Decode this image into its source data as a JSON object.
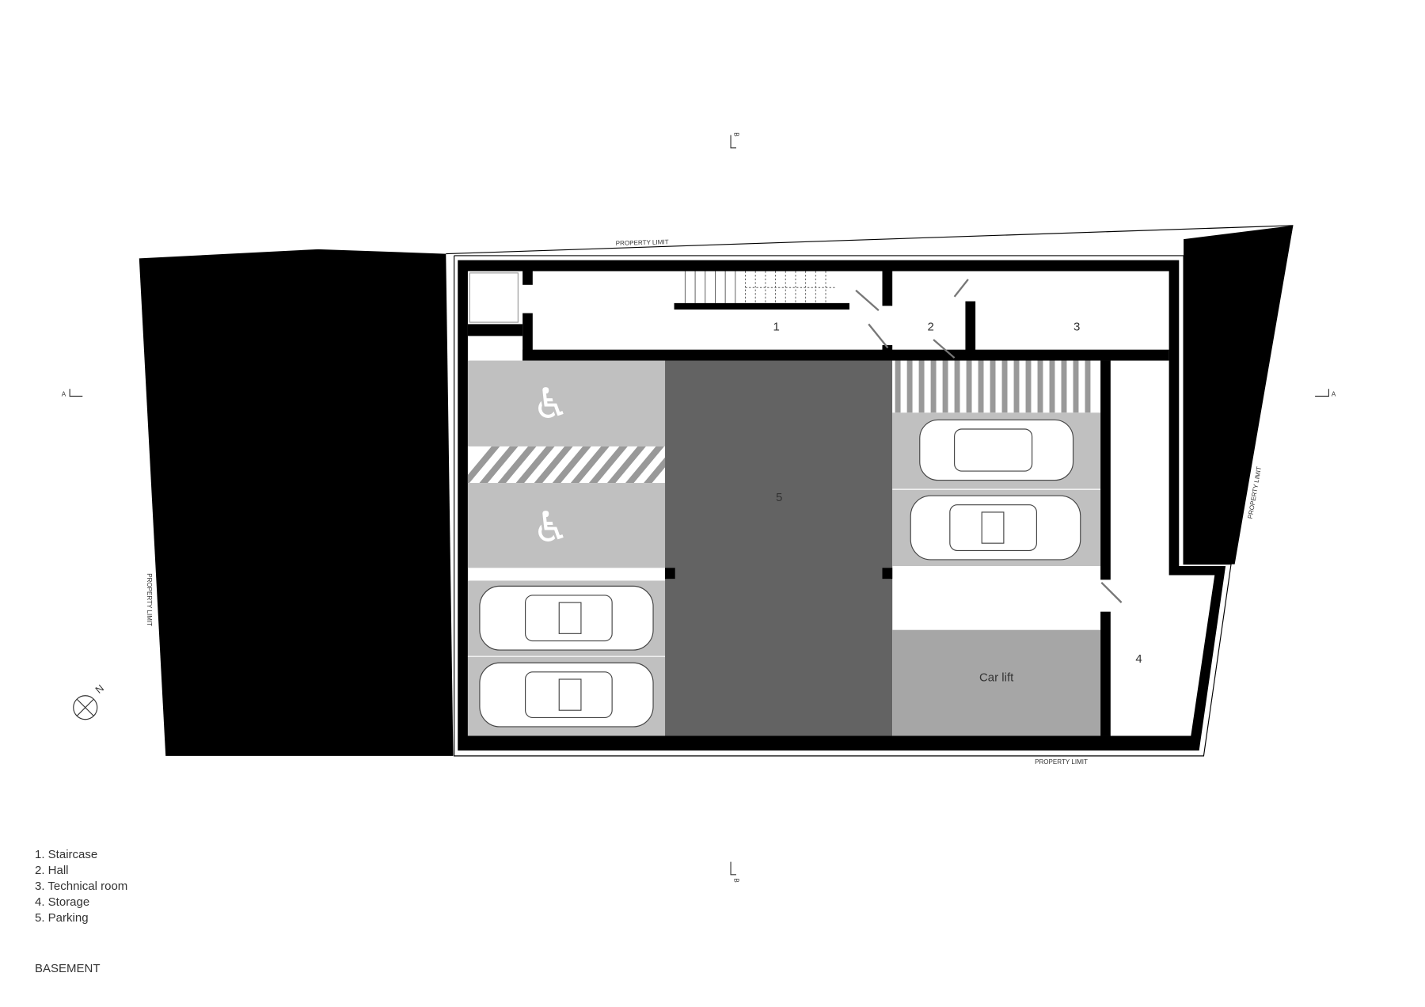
{
  "rooms": {
    "r1": "1",
    "r2": "2",
    "r3": "3",
    "r4": "4",
    "r5": "5",
    "car_lift": "Car lift"
  },
  "property_limit": {
    "top": "PROPERTY LIMIT",
    "bottom": "PROPERTY LIMIT",
    "left": "PROPERTY LIMIT",
    "right": "PROPERTY LIMIT"
  },
  "sections": {
    "b_top": "B",
    "b_bottom": "B",
    "a_left": "A",
    "a_right": "A"
  },
  "compass": {
    "north": "N"
  },
  "legend": [
    "1. Staircase",
    "2. Hall",
    "3. Technical room",
    "4. Storage",
    "5. Parking"
  ],
  "title": "BASEMENT",
  "colors": {
    "wall": "#000000",
    "aisle": "#636363",
    "stall": "#c0c0c0",
    "lift": "#a6a6a6"
  }
}
